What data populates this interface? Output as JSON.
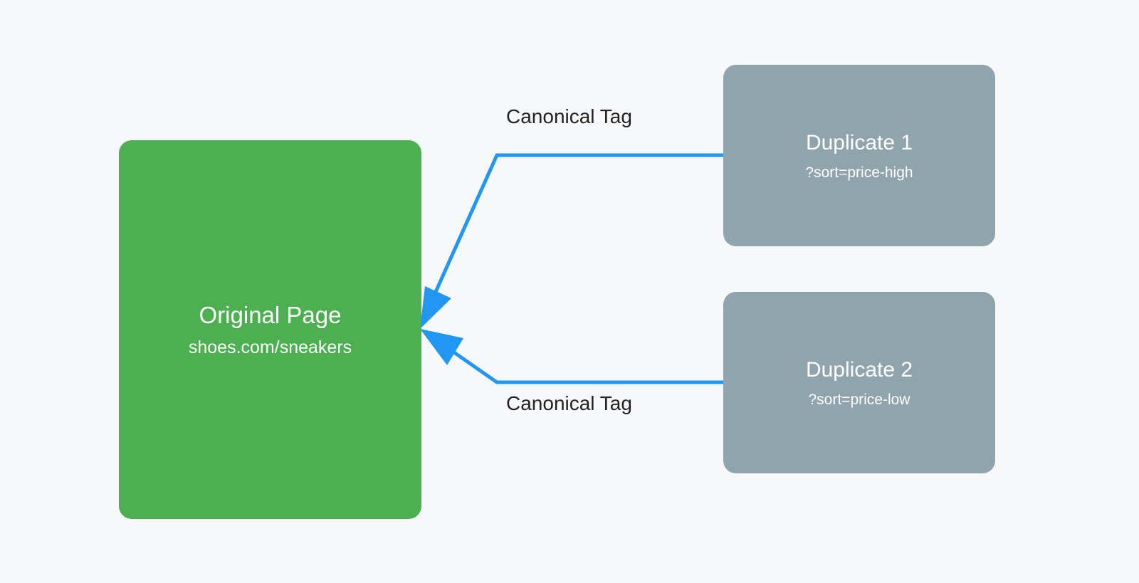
{
  "nodes": {
    "original": {
      "title": "Original Page",
      "subtitle": "shoes.com/sneakers",
      "color": "#4caf50"
    },
    "duplicate1": {
      "title": "Duplicate 1",
      "subtitle": "?sort=price-high",
      "color": "#90a4ae"
    },
    "duplicate2": {
      "title": "Duplicate 2",
      "subtitle": "?sort=price-low",
      "color": "#90a4ae"
    }
  },
  "edges": [
    {
      "from": "duplicate1",
      "to": "original",
      "label": "Canonical Tag"
    },
    {
      "from": "duplicate2",
      "to": "original",
      "label": "Canonical Tag"
    }
  ],
  "colors": {
    "background": "#f7f8fa",
    "arrow": "#2196f3",
    "label_text": "#222222"
  }
}
